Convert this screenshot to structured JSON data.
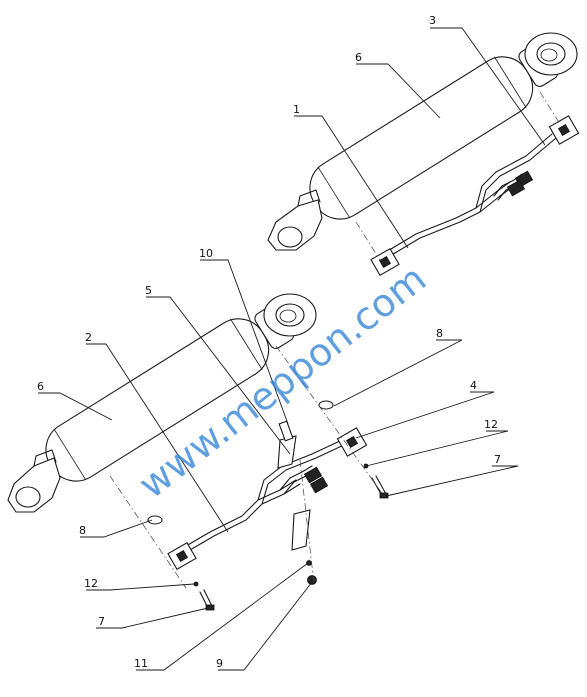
{
  "watermark": "www.meppon.com",
  "labels": {
    "p1": "1",
    "p2": "2",
    "p3": "3",
    "p4": "4",
    "p5": "5",
    "p6a": "6",
    "p6b": "6",
    "p7a": "7",
    "p7b": "7",
    "p8a": "8",
    "p8b": "8",
    "p9": "9",
    "p10": "10",
    "p11": "11",
    "p12a": "12",
    "p12b": "12"
  },
  "colors": {
    "line": "#1a1a1a",
    "watermark": "#2a7fd6"
  }
}
